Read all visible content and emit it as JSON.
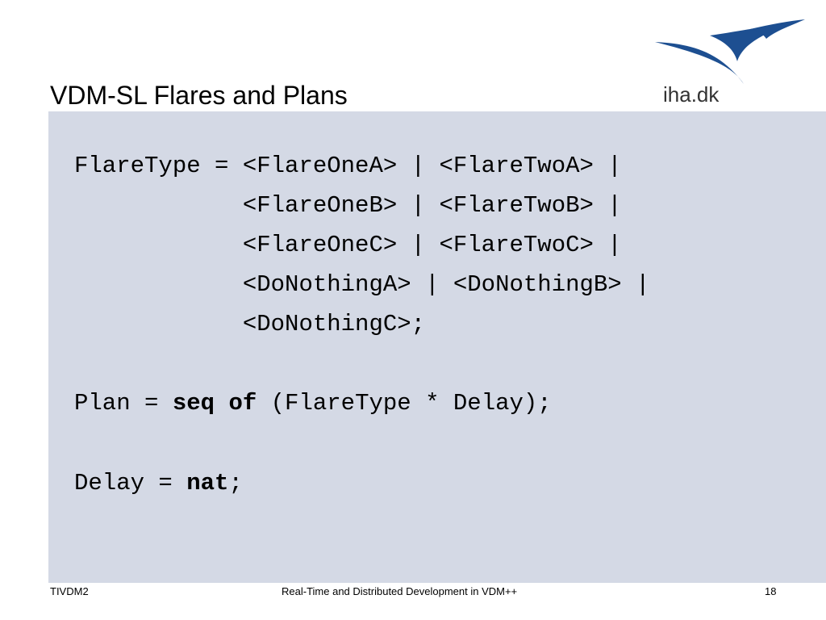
{
  "slide": {
    "title": "VDM-SL Flares and Plans"
  },
  "logo": {
    "text": "iha.dk",
    "color": "#1d4f91"
  },
  "code": {
    "flaretype_lines": [
      "FlareType = <FlareOneA> | <FlareTwoA> |",
      "            <FlareOneB> | <FlareTwoB> |",
      "            <FlareOneC> | <FlareTwoC> |",
      "            <DoNothingA> | <DoNothingB> |",
      "            <DoNothingC>;"
    ],
    "plan": {
      "prefix": "Plan = ",
      "keyword": "seq of",
      "suffix": " (FlareType * Delay);"
    },
    "delay": {
      "prefix": "Delay = ",
      "keyword": "nat",
      "suffix": ";"
    }
  },
  "footer": {
    "left": "TIVDM2",
    "center": "Real-Time and Distributed Development in VDM++",
    "right": "18"
  }
}
